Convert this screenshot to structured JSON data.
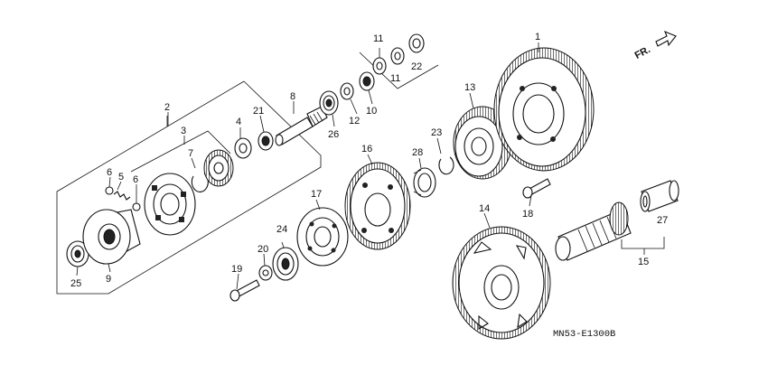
{
  "diagram": {
    "drawing_code": "MN53-E1300B",
    "direction_label": "FR.",
    "callouts": {
      "p1": "1",
      "p2": "2",
      "p3": "3",
      "p4": "4",
      "p5": "5",
      "p6a": "6",
      "p6b": "6",
      "p7": "7",
      "p8": "8",
      "p9": "9",
      "p10": "10",
      "p11a": "11",
      "p11b": "11",
      "p12": "12",
      "p13": "13",
      "p14": "14",
      "p15": "15",
      "p16": "16",
      "p17": "17",
      "p18": "18",
      "p19": "19",
      "p20": "20",
      "p21": "21",
      "p22": "22",
      "p23": "23",
      "p24": "24",
      "p25": "25",
      "p26": "26",
      "p27": "27",
      "p28": "28"
    }
  }
}
